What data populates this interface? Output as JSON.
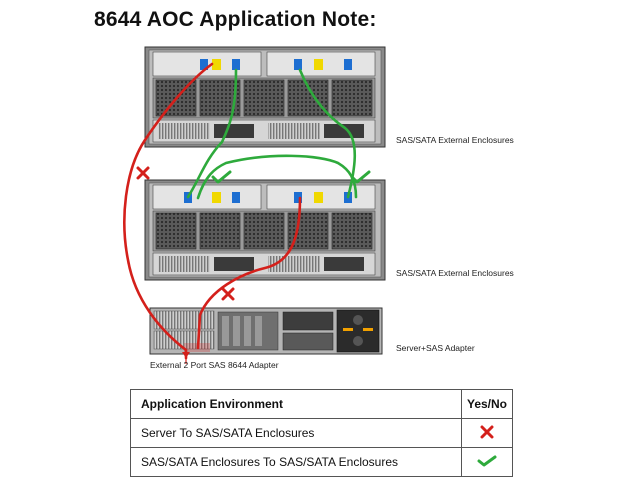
{
  "title": "8644 AOC Application Note",
  "title_colon": ":",
  "labels": {
    "enclosure_top": "SAS/SATA External Enclosures",
    "enclosure_mid": "SAS/SATA External Enclosures",
    "server": "Server+SAS Adapter",
    "adapter": "External 2 Port SAS 8644 Adapter"
  },
  "table": {
    "header_env": "Application Environment",
    "header_yesno": "Yes/No",
    "rows": [
      {
        "env": "Server To  SAS/SATA  Enclosures",
        "status": "no"
      },
      {
        "env": "SAS/SATA  Enclosures To SAS/SATA  Enclosures",
        "status": "yes"
      }
    ]
  },
  "colors": {
    "cable_red": "#d4201b",
    "cable_green": "#2eaa3c",
    "chassis": "#6b6b6b"
  },
  "icons": {
    "no": "cross-icon",
    "yes": "check-icon"
  }
}
